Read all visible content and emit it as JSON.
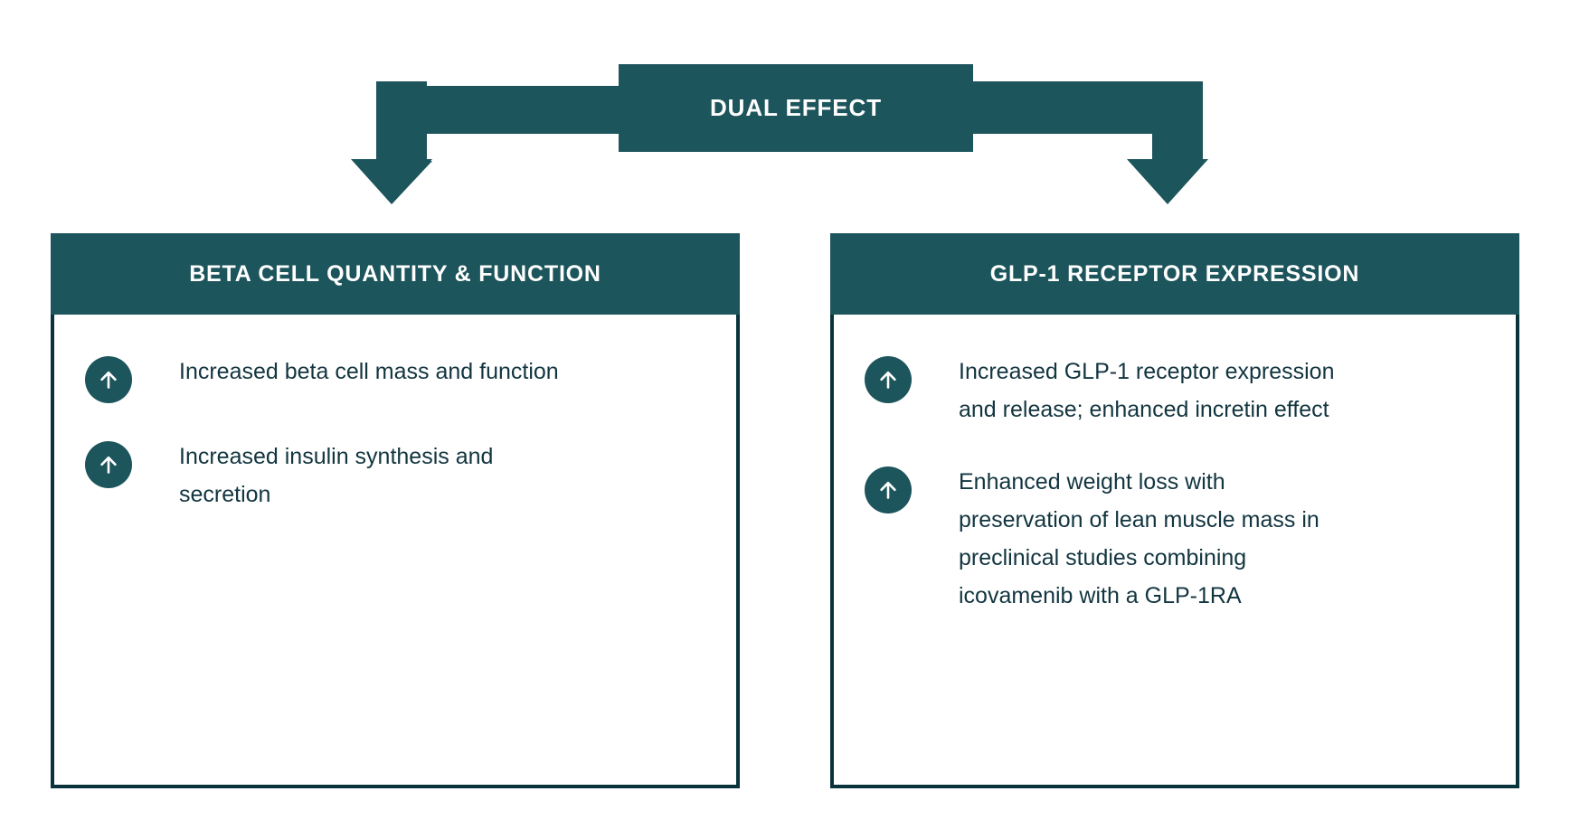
{
  "banner": {
    "label": "DUAL EFFECT",
    "fill": "#1d555c",
    "text_color": "#ffffff"
  },
  "connectors": {
    "left_arrow_icon": "down-arrow-icon",
    "right_arrow_icon": "down-arrow-icon",
    "color": "#1d555c"
  },
  "panels": [
    {
      "id": "beta-cell",
      "header": "BETA CELL QUANTITY & FUNCTION",
      "header_fill": "#1d555c",
      "border_color": "#0a343c",
      "bullets": [
        {
          "icon": "up-arrow-circle-icon",
          "text": "Increased beta cell mass and function"
        },
        {
          "icon": "up-arrow-circle-icon",
          "text": "Increased insulin synthesis and secretion"
        }
      ]
    },
    {
      "id": "glp1-receptor",
      "header": "GLP-1 RECEPTOR EXPRESSION",
      "header_fill": "#1d555c",
      "border_color": "#0a343c",
      "bullets": [
        {
          "icon": "up-arrow-circle-icon",
          "text": "Increased GLP-1 receptor expression and release; enhanced incretin effect"
        },
        {
          "icon": "up-arrow-circle-icon",
          "text": "Enhanced weight loss with preservation of lean muscle mass in preclinical studies combining icovamenib with a GLP-1RA"
        }
      ]
    }
  ],
  "colors": {
    "accent": "#1d555c",
    "border": "#0a343c",
    "body_text": "#123540",
    "background": "#ffffff"
  }
}
